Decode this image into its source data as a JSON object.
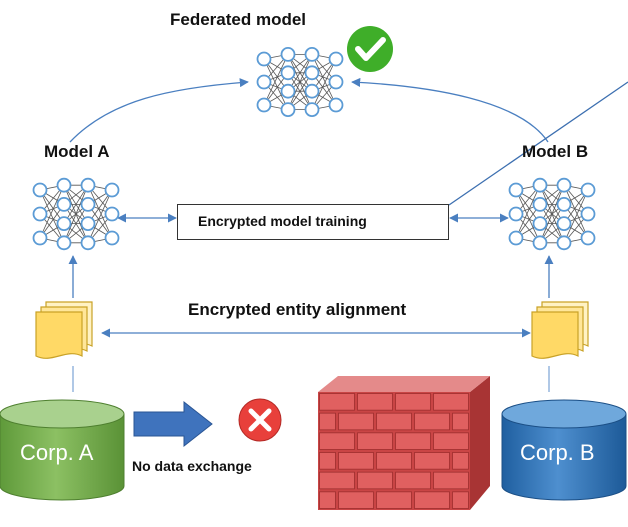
{
  "federated_model": {
    "label": "Federated model",
    "status_icon": "check-icon",
    "status_color": "#3fae29"
  },
  "model_a": {
    "label": "Model A"
  },
  "model_b": {
    "label": "Model B"
  },
  "training": {
    "label": "Encrypted model training"
  },
  "alignment": {
    "label": "Encrypted entity alignment"
  },
  "corp_a": {
    "label": "Corp. A",
    "color": "#6fac46"
  },
  "corp_b": {
    "label": "Corp. B",
    "color": "#2e75b6"
  },
  "no_exchange": {
    "label": "No data exchange",
    "icon": "cross-icon",
    "color": "#e8403b"
  },
  "colors": {
    "network": "#5b9bd5",
    "arrow": "#2e75b6",
    "documents": "#ffd966",
    "firewall": "#e06060"
  }
}
